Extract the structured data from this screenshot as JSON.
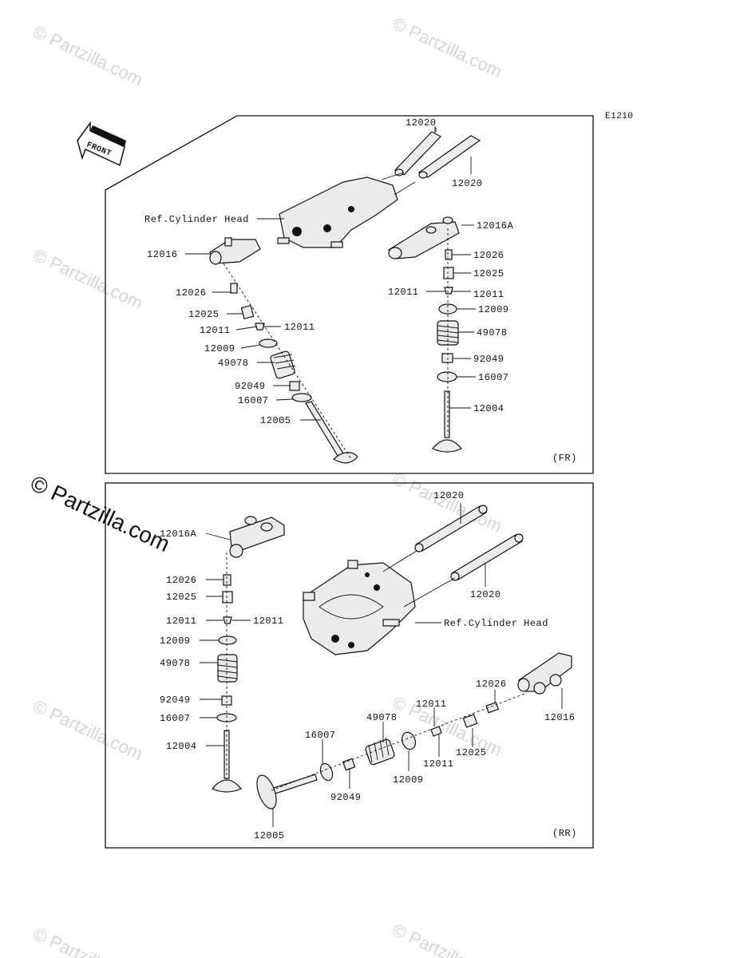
{
  "diagram_code": "E1210",
  "front_label": "FRONT",
  "watermark": "© Partzilla.com",
  "panels": {
    "fr": {
      "tag": "(FR)",
      "labels": {
        "rocker_shaft_a": "12020",
        "rocker_shaft_b": "12020",
        "cylinder_head": "Ref.Cylinder Head",
        "left_rocker_arm": "12016",
        "right_rocker_arm": "12016A",
        "left_adjuster": "12026",
        "right_adjuster": "12026",
        "left_collar": "12025",
        "right_collar": "12025",
        "left_cotter_a": "12011",
        "left_cotter_b": "12011",
        "right_cotter_a": "12011",
        "right_cotter_b": "12011",
        "left_retainer": "12009",
        "right_retainer": "12009",
        "left_spring": "49078",
        "right_spring": "49078",
        "left_seal": "92049",
        "right_seal": "92049",
        "left_seat": "16007",
        "right_seat": "16007",
        "left_valve": "12005",
        "right_valve": "12004"
      }
    },
    "rr": {
      "tag": "(RR)",
      "labels": {
        "rocker_shaft_a": "12020",
        "rocker_shaft_b": "12020",
        "cylinder_head": "Ref.Cylinder Head",
        "left_rocker_arm": "12016A",
        "right_rocker_arm": "12016",
        "left_adjuster": "12026",
        "right_adjuster": "12026",
        "left_collar": "12025",
        "right_collar": "12025",
        "left_cotter_a": "12011",
        "left_cotter_b": "12011",
        "right_cotter_a": "12011",
        "right_cotter_b": "12011",
        "left_retainer": "12009",
        "right_retainer": "12009",
        "left_spring": "49078",
        "right_spring": "49078",
        "left_seal": "92049",
        "right_seal": "92049",
        "left_seat": "16007",
        "right_seat": "16007",
        "left_valve": "12004",
        "right_valve": "12005"
      }
    }
  }
}
